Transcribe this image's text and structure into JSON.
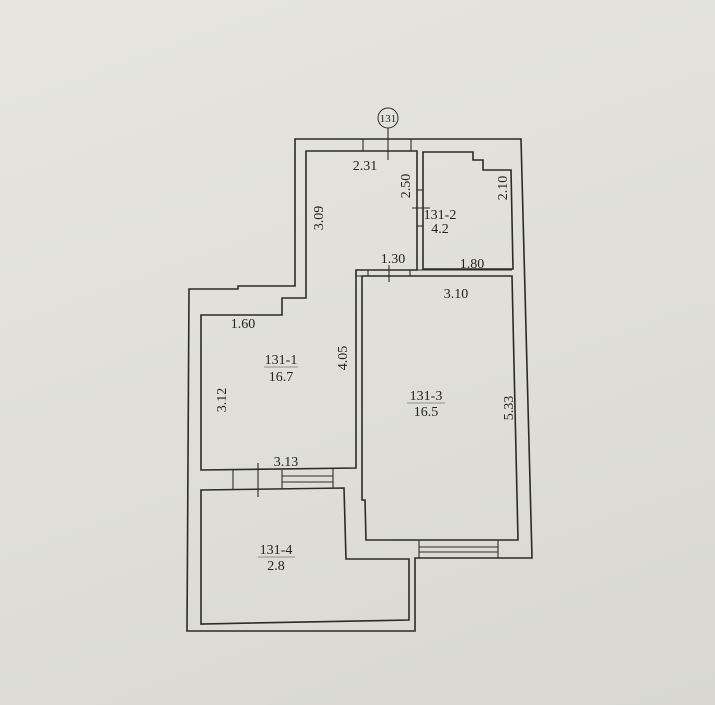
{
  "plan": {
    "unit_marker": "131",
    "rooms": [
      {
        "id": "131-1",
        "area": "16.7"
      },
      {
        "id": "131-2",
        "area": "4.2"
      },
      {
        "id": "131-3",
        "area": "16.5"
      },
      {
        "id": "131-4",
        "area": "2.8"
      }
    ],
    "dimensions": {
      "hall_top": "2.31",
      "hall_right": "2.50",
      "hall_left": "3.09",
      "hall_opening": "1.30",
      "bath_right": "2.10",
      "bath_bottom": "1.80",
      "room3_top": "3.10",
      "room3_right": "5.33",
      "room1_top": "1.60",
      "room1_right": "4.05",
      "room1_left": "3.12",
      "room1_bottom": "3.13"
    }
  }
}
